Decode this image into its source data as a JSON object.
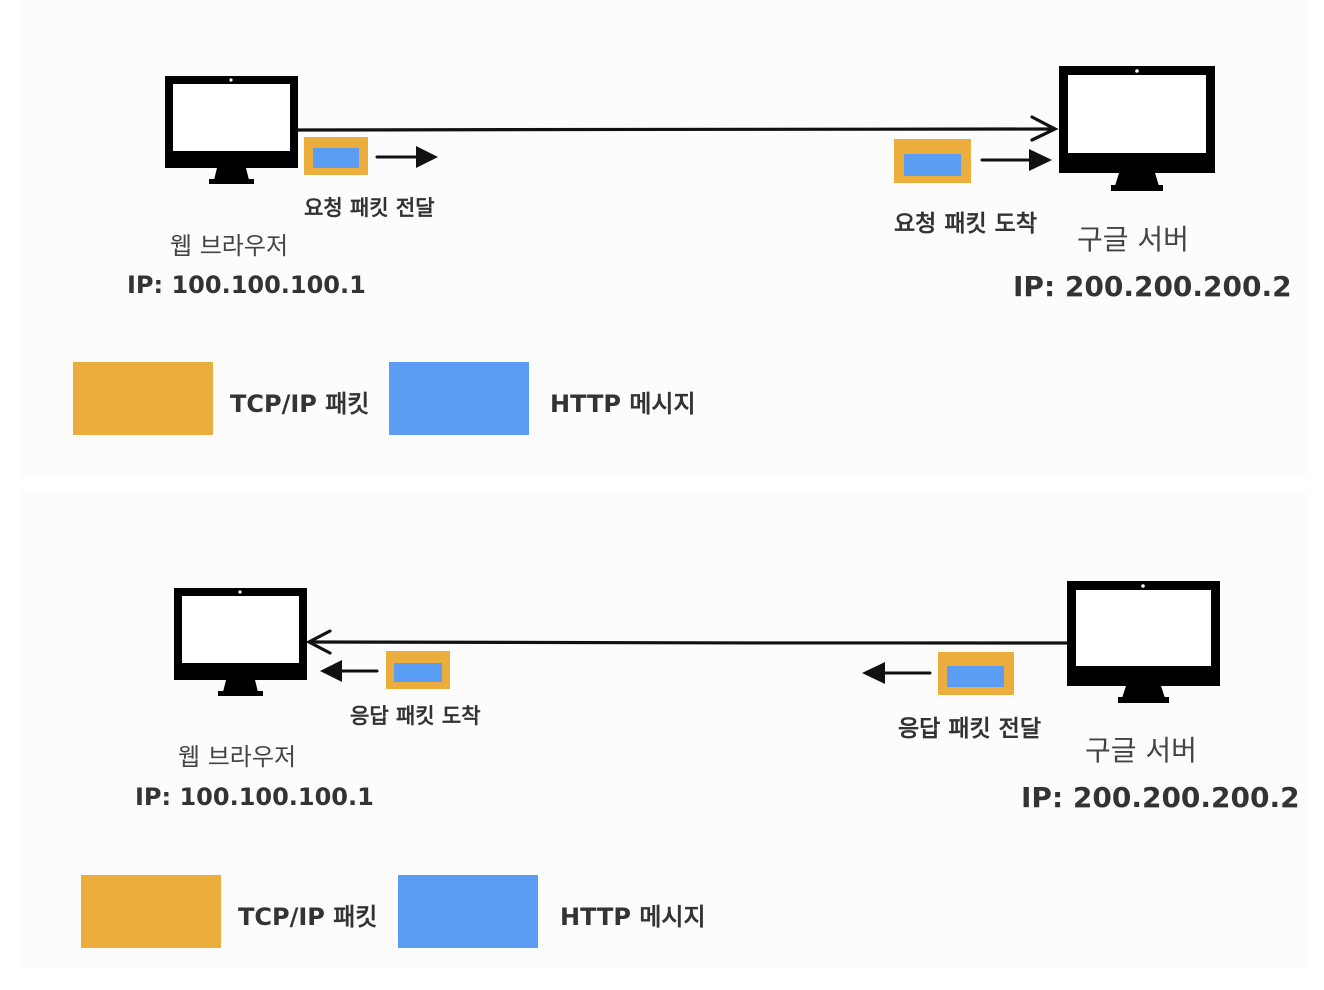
{
  "colors": {
    "tcp_ip": "#EBAE3D",
    "http": "#5A9DF3",
    "device": "#000000",
    "arrow": "#111111"
  },
  "icons": {
    "client": "monitor-icon",
    "server": "monitor-icon"
  },
  "panels": [
    {
      "client": {
        "label": "웹 브라우저",
        "ip": "IP: 100.100.100.1"
      },
      "server": {
        "label": "구글 서버",
        "ip": "IP: 200.200.200.2"
      },
      "packet_near_client_label": "요청 패킷 전달",
      "packet_near_server_label": "요청 패킷 도착",
      "legend": {
        "tcp_label": "TCP/IP 패킷",
        "http_label": "HTTP 메시지"
      }
    },
    {
      "client": {
        "label": "웹 브라우저",
        "ip": "IP: 100.100.100.1"
      },
      "server": {
        "label": "구글 서버",
        "ip": "IP: 200.200.200.2"
      },
      "packet_near_client_label": "응답 패킷 도착",
      "packet_near_server_label": "응답 패킷 전달",
      "legend": {
        "tcp_label": "TCP/IP 패킷",
        "http_label": "HTTP 메시지"
      }
    }
  ]
}
